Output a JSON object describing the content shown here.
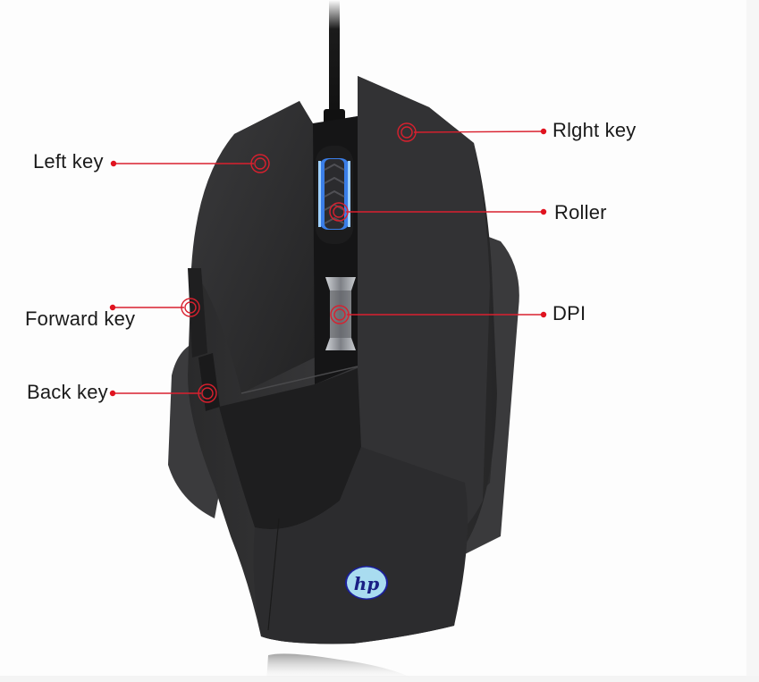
{
  "diagram": {
    "subject": "HP gaming mouse (top view)",
    "accent_color": "#d9202e",
    "logo": {
      "icon": "hp-logo-icon",
      "text": "hp",
      "color": "#a9dcf0"
    },
    "callouts": [
      {
        "id": "left-key",
        "label": "Left key",
        "side": "left"
      },
      {
        "id": "right-key",
        "label": "Rlght key",
        "side": "right"
      },
      {
        "id": "roller",
        "label": "Roller",
        "side": "right"
      },
      {
        "id": "forward-key",
        "label": "Forward key",
        "side": "left"
      },
      {
        "id": "dpi",
        "label": "DPI",
        "side": "right"
      },
      {
        "id": "back-key",
        "label": "Back key",
        "side": "left"
      }
    ]
  }
}
